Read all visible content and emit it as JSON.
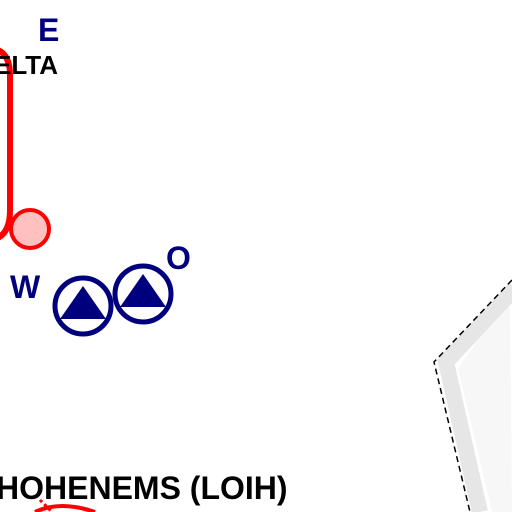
{
  "colors": {
    "background": "#ffffff",
    "route": "#ff0000",
    "route_fill": "#ffc0c0",
    "navaid": "#00007f",
    "airspace_border": "#000000",
    "airspace_shade": "#e6e6e6",
    "airspace_fill": "#f7f7f7",
    "text": "#000000"
  },
  "labels": {
    "route_label": "ELTA",
    "compass_e": "E",
    "compass_w": "W",
    "compass_o": "O",
    "airport_name": "HOHENEMS (LOIH)"
  },
  "icons": {
    "reporting_point": "circle-marker-icon",
    "navaid_1": "triangle-in-circle-icon",
    "navaid_2": "triangle-in-circle-icon"
  }
}
